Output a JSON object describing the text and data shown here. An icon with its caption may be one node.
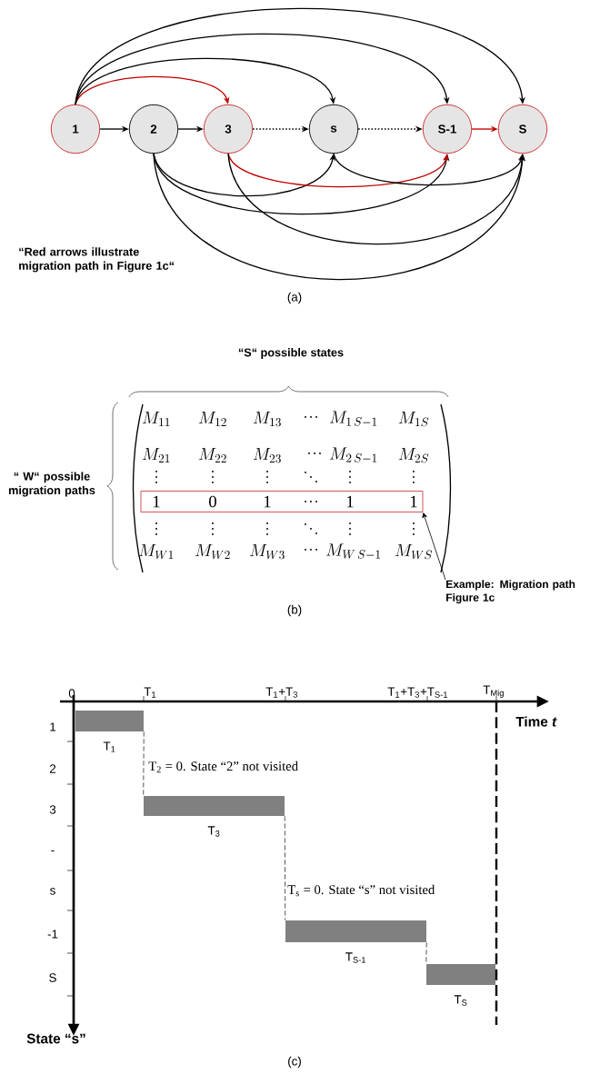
{
  "diagram": {
    "nodes": [
      {
        "text": [
          "1"
        ]
      },
      {
        "text": [
          "2"
        ]
      },
      {
        "text": [
          "3"
        ]
      },
      {
        "text": [
          "s"
        ]
      },
      {
        "text": [
          "S-1"
        ]
      },
      {
        "text": [
          "S"
        ]
      },
      {
        "text": [
          "1",
          "0",
          "1",
          "1",
          "1"
        ]
      },
      {
        "text": [
          "Example: Migration path Figure 1c"
        ]
      },
      {
        "text": [],
        "shape": "bar",
        "beside": [
          "T$_{1}$"
        ]
      },
      {
        "text": [],
        "shape": "bar",
        "beside": [
          "T$_{3}$"
        ]
      },
      {
        "text": [],
        "shape": "bar",
        "beside": [
          "T$_{S-1}$"
        ]
      },
      {
        "text": [],
        "shape": "bar",
        "beside": [
          "T$_{S}$"
        ]
      }
    ],
    "edges": [
      {
        "from": 0,
        "to": 1,
        "arrow": "to"
      },
      {
        "from": 1,
        "to": 2,
        "arrow": "to"
      },
      {
        "from": 2,
        "to": 3,
        "arrow": "to",
        "style": "dashed"
      },
      {
        "from": 3,
        "to": 4,
        "arrow": "to",
        "style": "dashed"
      },
      {
        "from": 4,
        "to": 5,
        "arrow": "to",
        "color": "#c00000"
      },
      {
        "from": 0,
        "to": 2,
        "arrow": "to",
        "color": "#c00000"
      },
      {
        "from": 0,
        "to": 3,
        "arrow": "to"
      },
      {
        "from": 0,
        "to": 4,
        "arrow": "to"
      },
      {
        "from": 0,
        "to": 5,
        "arrow": "to"
      },
      {
        "from": 1,
        "to": 3,
        "arrow": "to"
      },
      {
        "from": 1,
        "to": 4,
        "arrow": "to"
      },
      {
        "from": 1,
        "to": 5,
        "arrow": "to"
      },
      {
        "from": 2,
        "to": 4,
        "arrow": "to",
        "color": "#c00000"
      },
      {
        "from": 2,
        "to": 5,
        "arrow": "to"
      },
      {
        "from": 3,
        "to": 5,
        "arrow": "to"
      },
      {
        "from": 7,
        "to": 6,
        "arrow": "to"
      },
      {
        "from": 8,
        "to": 9,
        "arrow": "none",
        "style": "dashed"
      },
      {
        "from": 9,
        "to": 10,
        "arrow": "none",
        "style": "dashed"
      },
      {
        "from": 10,
        "to": 11,
        "arrow": "none",
        "style": "dashed"
      }
    ],
    "labels": [
      "“Red arrows illustrate migration path in Figure 1c“",
      "(a)",
      "“S“ possible states",
      "“ W“ possible migration paths",
      "M_{11}",
      "M_{12}",
      "M_{13}",
      "M_{1\\,S-1}",
      "M_{1S}",
      "M_{21}",
      "M_{22}",
      "M_{23}",
      "M_{2\\,S-1}",
      "M_{2S}",
      "M_{W1}",
      "M_{W2}",
      "M_{W3}",
      "M_{W\\,S-1}",
      "M_{WS}",
      "(b)",
      "0",
      "T$_{1}$",
      "T$_{1}$+T$_{3}$",
      "T$_{1}$+T$_{3}$+T$_{S-1}$",
      "T$_{Mig}$",
      "Time *t*",
      "1",
      "2",
      "3",
      "-",
      "s",
      "-1",
      "S",
      "State “s”",
      "T$_{2}$ = 0. State “2” not visited",
      "T$_{s}$ = 0. State “s” not visited",
      "(c)"
    ]
  }
}
